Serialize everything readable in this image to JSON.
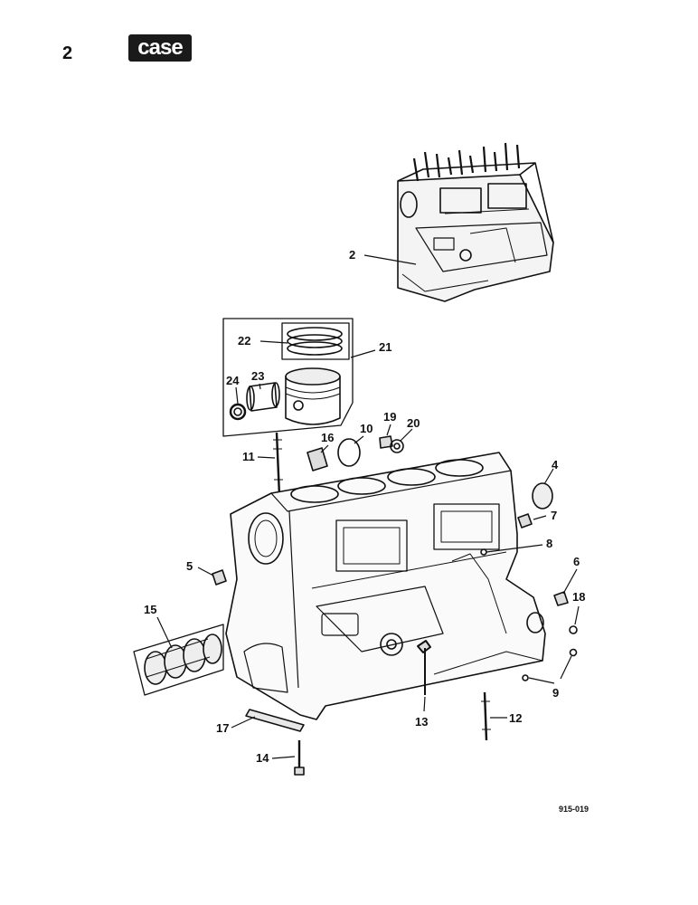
{
  "page": {
    "number": "2",
    "brand": "case",
    "figure_code": "915-019"
  },
  "callouts": [
    "2",
    "22",
    "21",
    "24",
    "23",
    "19",
    "20",
    "10",
    "16",
    "11",
    "4",
    "7",
    "8",
    "5",
    "6",
    "18",
    "15",
    "9",
    "13",
    "12",
    "17",
    "14"
  ]
}
